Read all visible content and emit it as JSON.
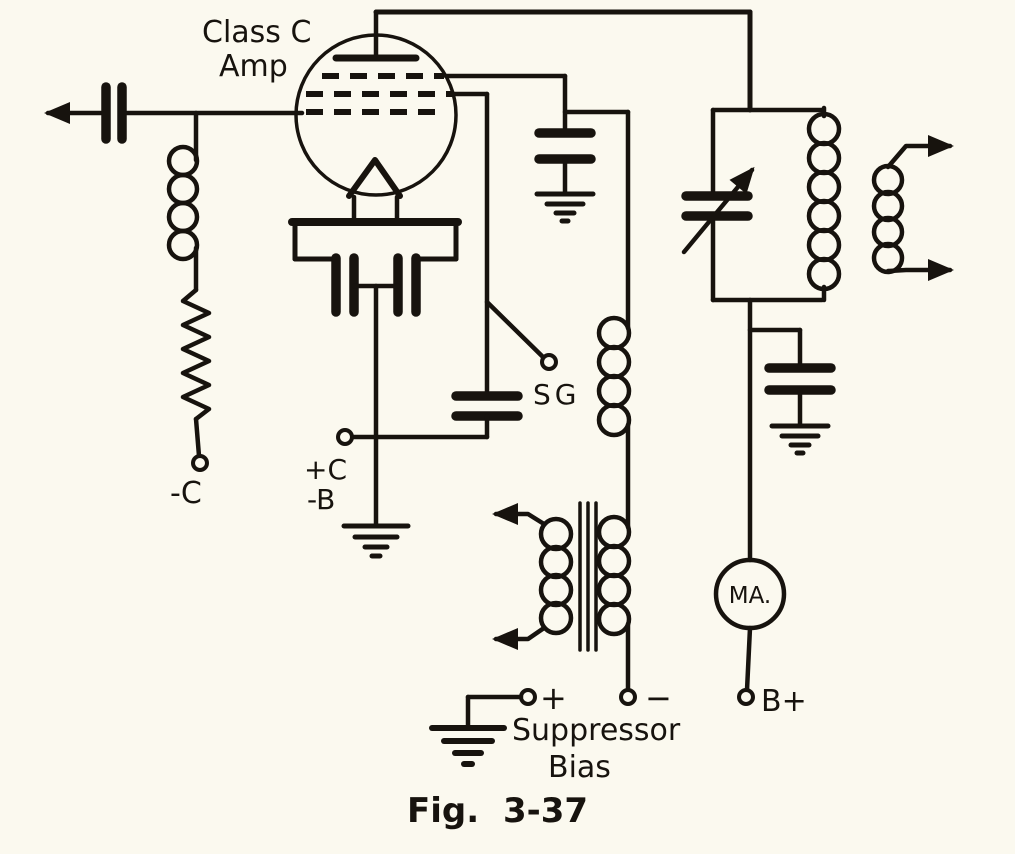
{
  "colors": {
    "paper": "#fbf9ef",
    "ink": "#17130e"
  },
  "figure": {
    "caption": "Fig. 3-37"
  },
  "schematic": {
    "tube_label": {
      "line1": "Class C",
      "line2": "Amp"
    },
    "suppressor_label": {
      "line1": "Suppressor",
      "line2": "Bias"
    },
    "meter_label": "MA.",
    "terminals": {
      "grid_bias": "-C",
      "screen": "SG",
      "filament_plus": "+C",
      "filament_minus": "-B",
      "suppressor_plus": "+",
      "suppressor_minus": "−",
      "b_plus": "B+"
    }
  }
}
